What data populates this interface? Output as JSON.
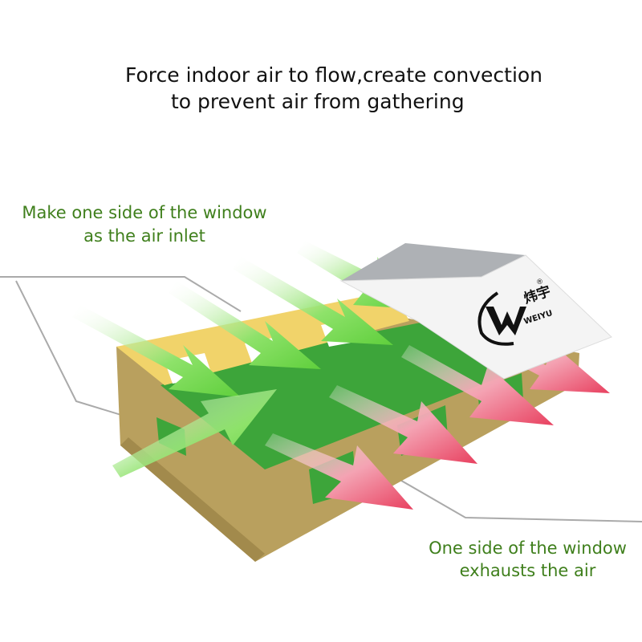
{
  "title": {
    "line1": "Force indoor air to flow,create convection",
    "line2": "to prevent air from gathering"
  },
  "inlet_label": {
    "line1": "Make one side of the window",
    "line2": "as the air inlet"
  },
  "exhaust_label": {
    "line1": "One side of the window",
    "line2": "exhausts the air"
  },
  "logo": {
    "chinese": "炜宇",
    "latin": "WEIYU",
    "registered": "®"
  },
  "colors": {
    "frame": "#b9a05e",
    "frame_top": "#f1d36a",
    "floor": "#3da53a",
    "inlet_arrow": "#7ed957",
    "exhaust_arrow": "#e84a6a",
    "label_text": "#3f7f1c"
  }
}
